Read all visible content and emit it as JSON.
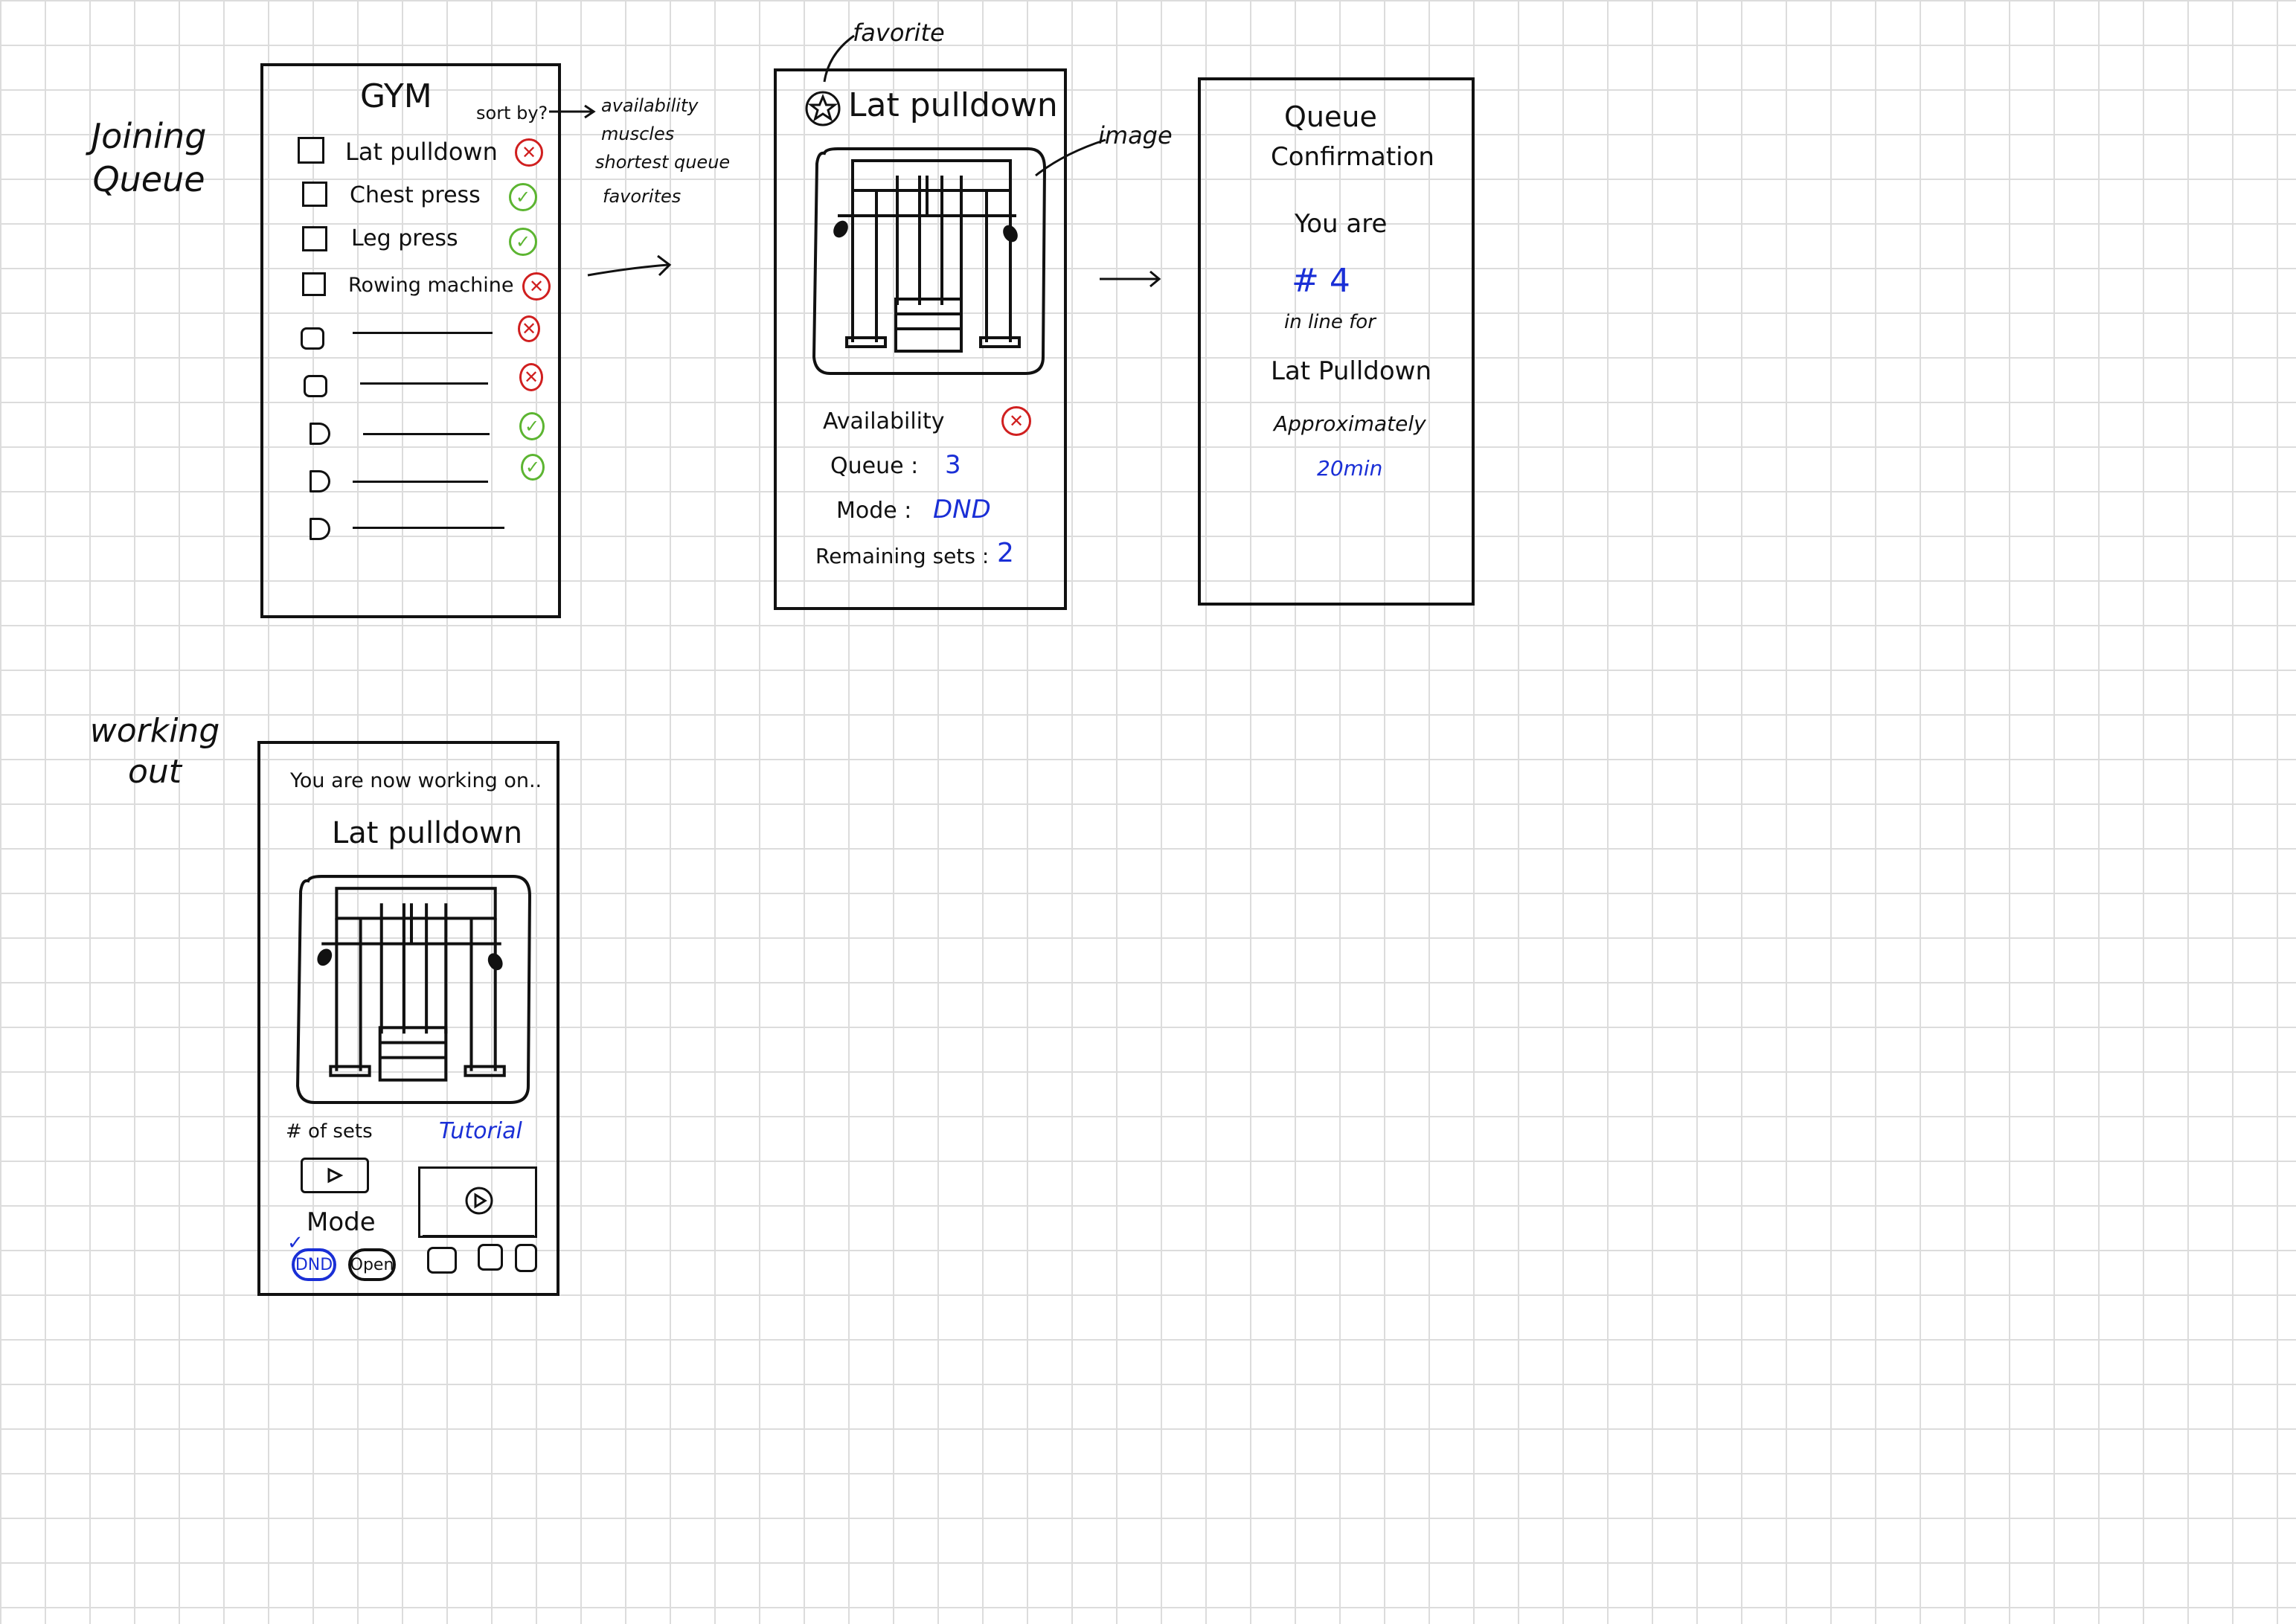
{
  "section_labels": {
    "joining_queue": "Joining Queue",
    "working_out": "working out"
  },
  "screen1": {
    "title": "GYM",
    "sort_by": "sort by?",
    "sort_options": [
      "availability",
      "muscles",
      "shortest queue",
      "favorites"
    ],
    "items": [
      {
        "label": "Lat pulldown",
        "status": "unavailable"
      },
      {
        "label": "Chest press",
        "status": "available"
      },
      {
        "label": "Leg press",
        "status": "available"
      },
      {
        "label": "Rowing machine",
        "status": "unavailable"
      },
      {
        "label": "",
        "status": "unavailable"
      },
      {
        "label": "",
        "status": "unavailable"
      },
      {
        "label": "",
        "status": "available"
      },
      {
        "label": "",
        "status": "available"
      },
      {
        "label": "",
        "status": "none"
      }
    ]
  },
  "screen2": {
    "title": "Lat pulldown",
    "annotation_favorite": "favorite",
    "annotation_image": "image",
    "availability_label": "Availability",
    "queue_label": "Queue :",
    "queue_value": "3",
    "mode_label": "Mode :",
    "mode_value": "DND",
    "remaining_label": "Remaining sets :",
    "remaining_value": "2"
  },
  "screen3": {
    "title_line1": "Queue",
    "title_line2": "Confirmation",
    "you_are": "You are",
    "position": "# 4",
    "in_line_for": "in line for",
    "machine": "Lat Pulldown",
    "approx": "Approximately",
    "time": "20min"
  },
  "screen4": {
    "working_on": "You are now working on..",
    "machine": "Lat pulldown",
    "sets_label": "# of sets",
    "tutorial_label": "Tutorial",
    "mode_label": "Mode",
    "dnd_label": "DND",
    "open_label": "Open",
    "checkmark": "✓"
  },
  "colors": {
    "ink": "#111111",
    "blue": "#1a2fd6",
    "red": "#d01f1f",
    "green": "#5cb531"
  }
}
